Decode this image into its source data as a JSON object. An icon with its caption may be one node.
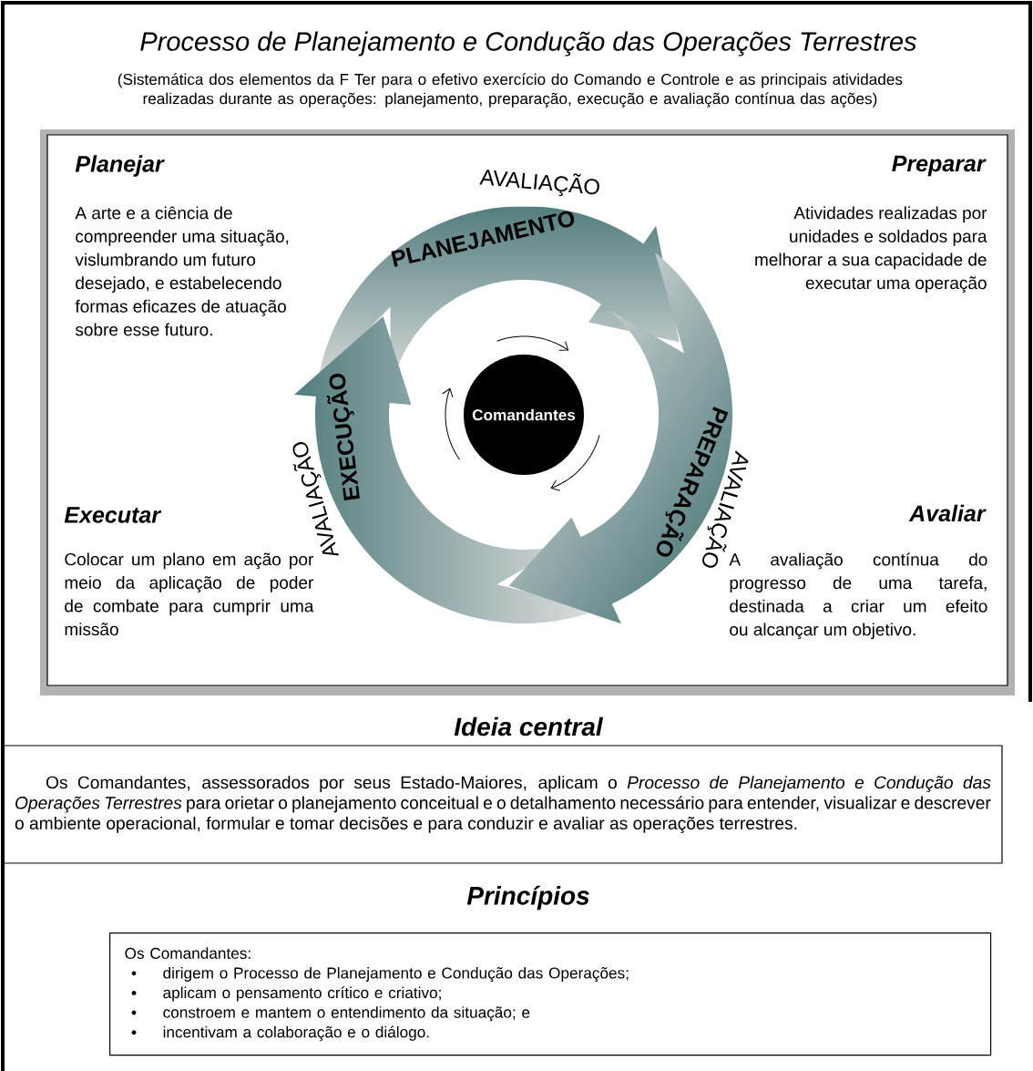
{
  "diagram": {
    "title": "Processo de Planejamento e Condução das Operações Terrestres",
    "nodes": [
      {
        "text": [
          "PLANEJAMENTO"
        ]
      },
      {
        "text": [
          "EXECUÇÃO"
        ]
      },
      {
        "text": [
          "Comandantes"
        ]
      },
      {
        "text": [
          "PREPARAÇÃO"
        ]
      },
      {
        "text": [
          "Ideia central",
          "Os Comandantes, assessorados por seus Estado-Maiores, aplicam o *Processo de Planejamento e Condução das Operações Terrestres* para orietar o planejamento conceitual e o detalhamento necessário para entender, visualizar e descrever o ambiente operacional, formular e tomar decisões e para conduzir e avaliar as operações terrestres."
        ]
      },
      {
        "text": [
          "Princípios",
          "Os Comandantes:",
          "dirigem o Processo de Planejamento e Condução das Operações;",
          "aplicam o pensamento crítico e criativo;",
          "constroem e mantem o entendimento da situação; e",
          "incentivam a colaboração e o diálogo."
        ]
      }
    ],
    "labels": [
      "(Sistemática dos elementos da F Ter para o efetivo exercício do Comando e Controle e as principais atividades realizadas durante as operações: planejamento, preparação, execução e avaliação contínua das ações)",
      "Planejar",
      "AVALIAÇÃO",
      "Preparar",
      "A arte e a ciência de compreender uma situação, vislumbrando um futuro desejado, e estabelecendo formas eficazes de atuação sobre esse futuro.",
      "Atividades realizadas por unidades e soldados para melhorar a sua capacidade de executar uma operação",
      "AVALIAÇÃO",
      "AVALIAÇÃO",
      "Executar",
      "Avaliar",
      "Colocar um plano em ação por meio da aplicação de poder de combate para cumprir uma missão",
      "A avaliação contínua do progresso de uma tarefa, destinada a criar um efeito ou alcançar um objetivo."
    ]
  }
}
